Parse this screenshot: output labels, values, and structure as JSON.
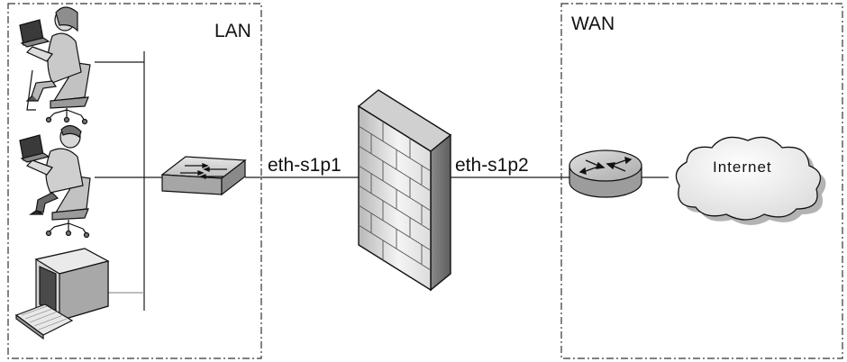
{
  "zones": {
    "lan": {
      "label": "LAN"
    },
    "wan": {
      "label": "WAN"
    }
  },
  "interfaces": {
    "lan_side": "eth-s1p1",
    "wan_side": "eth-s1p2"
  },
  "cloud": {
    "label": "Internet"
  },
  "nodes": [
    {
      "name": "laptop-user-woman",
      "icon": "woman-laptop-icon"
    },
    {
      "name": "laptop-user-man",
      "icon": "man-laptop-icon"
    },
    {
      "name": "desktop-computer",
      "icon": "computer-icon"
    },
    {
      "name": "lan-switch",
      "icon": "switch-icon"
    },
    {
      "name": "firewall",
      "icon": "firewall-icon"
    },
    {
      "name": "wan-router",
      "icon": "router-icon"
    },
    {
      "name": "internet-cloud",
      "icon": "cloud-icon"
    }
  ],
  "colors": {
    "line": "#1a1a1a",
    "device_fill": "#c8c8c8",
    "device_dark": "#7a7a7a",
    "cloud_fill": "#ededed",
    "shadow": "#b5b5b5"
  }
}
